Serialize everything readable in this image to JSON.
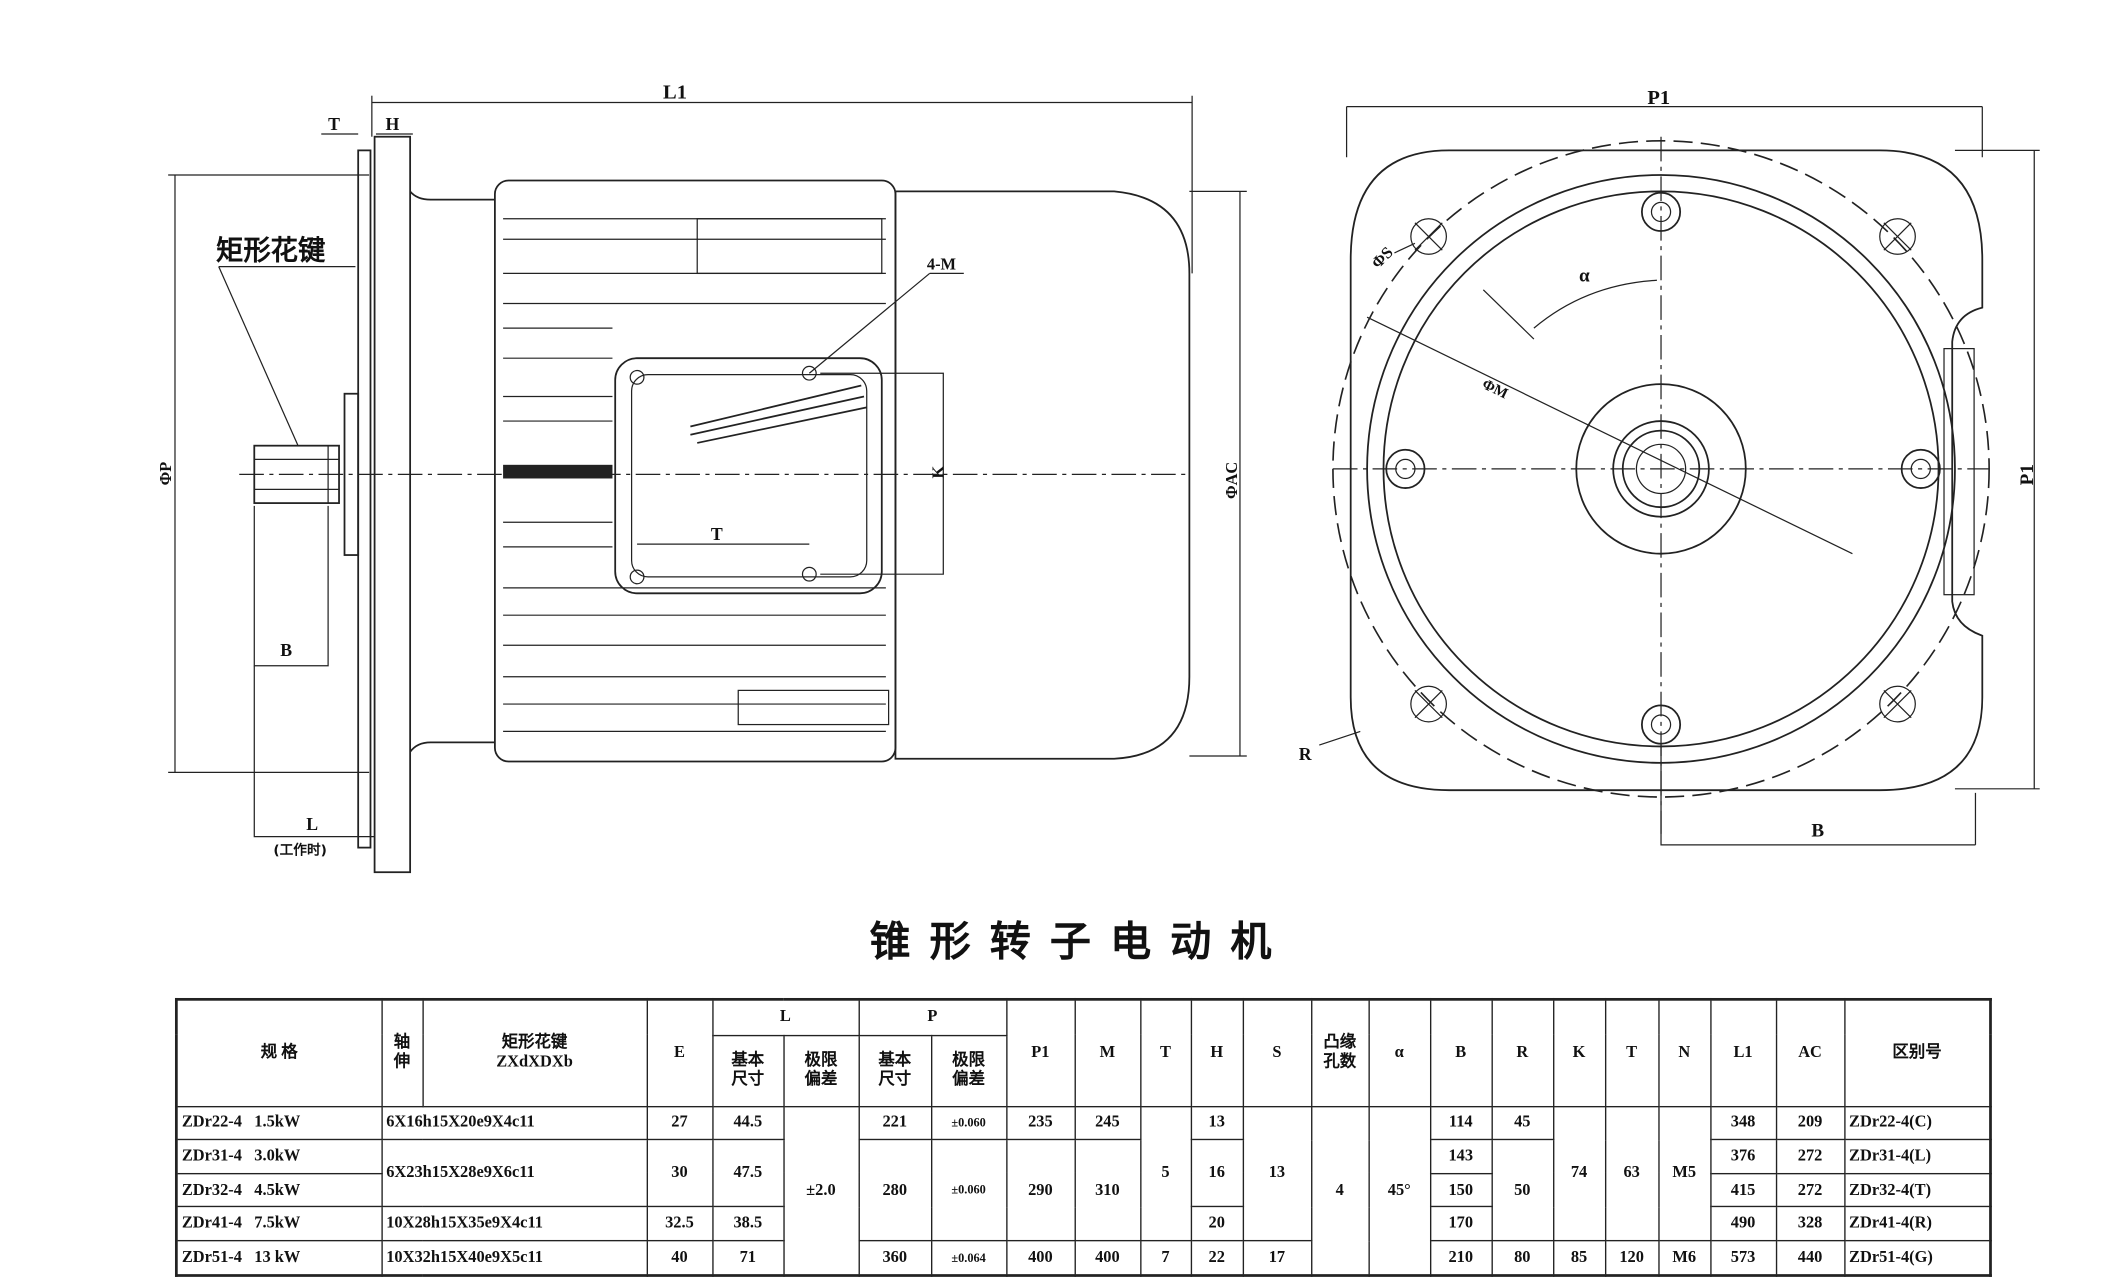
{
  "title": "锥形转子电动机",
  "drawing_labels": {
    "side_view": {
      "L1": "L1",
      "T": "T",
      "H": "H",
      "spline": "矩形花键",
      "four_M": "4-M",
      "K": "K",
      "T_box": "T",
      "phiP": "ΦP",
      "phiAC": "ΦAC",
      "B": "B",
      "L": "L",
      "L_note": "(工作时)"
    },
    "end_view": {
      "P1_top": "P1",
      "P1_right": "P1",
      "phiS": "ΦS",
      "alpha": "α",
      "phiM": "ΦM",
      "R": "R",
      "B": "B"
    }
  },
  "table": {
    "headers": {
      "spec": "规 格",
      "shaft": "轴\n伸",
      "spline": "矩形花键\nZXdXDXb",
      "E": "E",
      "L": "L",
      "P": "P",
      "basic": "基本\n尺寸",
      "tolerance": "极限\n偏差",
      "P1": "P1",
      "M": "M",
      "T": "T",
      "H": "H",
      "S": "S",
      "holes": "凸缘\n孔数",
      "alpha": "α",
      "B": "B",
      "R": "R",
      "K": "K",
      "T2": "T",
      "N": "N",
      "L1": "L1",
      "AC": "AC",
      "code": "区别号"
    },
    "rows": [
      {
        "spec": "ZDr22-4   1.5kW",
        "spline": "6X16h15X20e9X4c11",
        "E": "27",
        "L_basic": "44.5",
        "L_tol": "±2.0",
        "P_basic": "221",
        "P_tol": "±0.060",
        "P1": "235",
        "M": "245",
        "T": "5",
        "H": "13",
        "S": "13",
        "holes": "4",
        "alpha": "45°",
        "B": "114",
        "R": "45",
        "K": "74",
        "T2": "63",
        "N": "M5",
        "L1": "348",
        "AC": "209",
        "code": "ZDr22-4(C)"
      },
      {
        "spec": "ZDr31-4   3.0kW",
        "spline": "6X23h15X28e9X6c11",
        "E": "30",
        "L_basic": "47.5",
        "P_basic": "280",
        "P_tol": "±0.060",
        "P1": "290",
        "M": "310",
        "H": "16",
        "B": "143",
        "R": "50",
        "L1": "376",
        "AC": "272",
        "code": "ZDr31-4(L)"
      },
      {
        "spec": "ZDr32-4   4.5kW",
        "B": "150",
        "L1": "415",
        "AC": "272",
        "code": "ZDr32-4(T)"
      },
      {
        "spec": "ZDr41-4   7.5kW",
        "spline": "10X28h15X35e9X4c11",
        "E": "32.5",
        "L_basic": "38.5",
        "H": "20",
        "B": "170",
        "L1": "490",
        "AC": "328",
        "code": "ZDr41-4(R)"
      },
      {
        "spec": "ZDr51-4   13 kW",
        "spline": "10X32h15X40e9X5c11",
        "E": "40",
        "L_basic": "71",
        "P_basic": "360",
        "P_tol": "±0.064",
        "P1": "400",
        "M": "400",
        "T": "7",
        "H": "22",
        "S": "17",
        "B": "210",
        "R": "80",
        "K": "85",
        "T2": "120",
        "N": "M6",
        "L1": "573",
        "AC": "440",
        "code": "ZDr51-4(G)"
      }
    ]
  }
}
